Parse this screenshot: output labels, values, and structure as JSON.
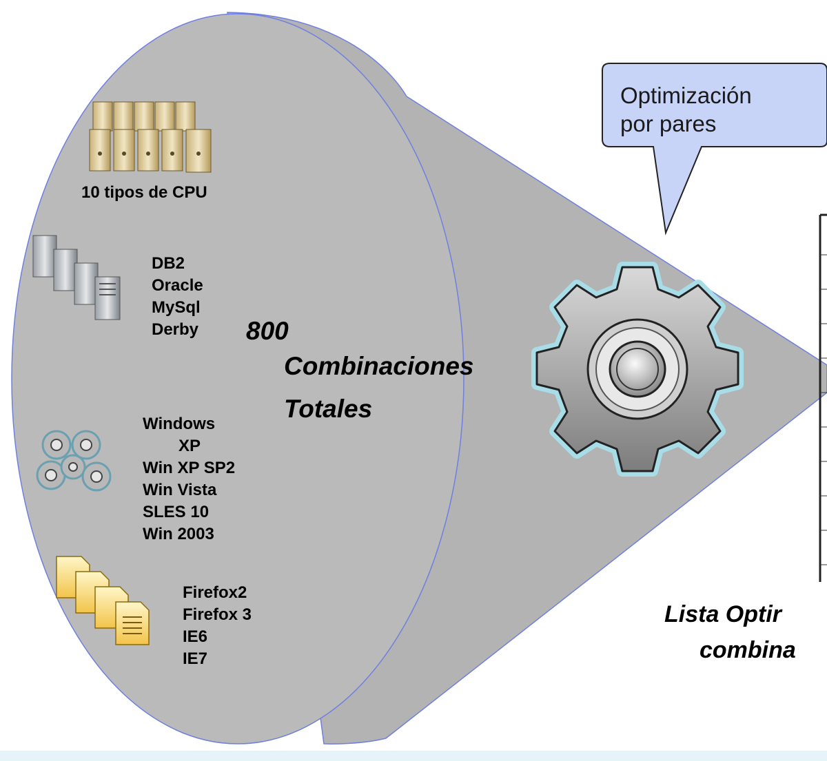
{
  "callout": {
    "line1": "Optimización",
    "line2": "por pares"
  },
  "cpu": {
    "label": "10 tipos de CPU",
    "icon": "server-tower-icon"
  },
  "databases": {
    "icon": "database-server-icon",
    "items": [
      "DB2",
      "Oracle",
      "MySql",
      "Derby"
    ]
  },
  "operating_systems": {
    "icon": "gears-icon",
    "items": [
      "Windows",
      "XP",
      "Win XP SP2",
      "Win Vista",
      "SLES 10",
      "Win 2003"
    ]
  },
  "browsers": {
    "icon": "document-stack-icon",
    "items": [
      "Firefox2",
      "Firefox 3",
      "IE6",
      "IE7"
    ]
  },
  "total": {
    "count": "800",
    "line1": "Combinaciones",
    "line2": "Totales"
  },
  "result": {
    "line1": "Lista Optir",
    "line2": "combina"
  },
  "colors": {
    "ellipse": "#b9b9b9",
    "cone": "#b3b3b3",
    "callout_fill": "#c8d3f8",
    "gear_glow": "#a8dde8",
    "footer_band": "#e6f3f8"
  }
}
